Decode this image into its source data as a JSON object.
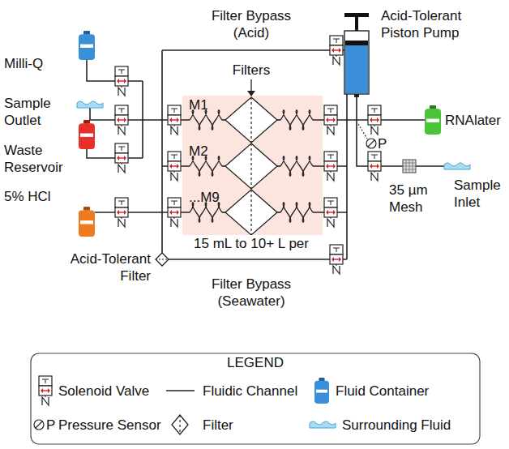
{
  "diagram": {
    "nodes": [
      {
        "text": [
          "Milli-Q"
        ]
      },
      {
        "text": [
          "Sample Outlet"
        ]
      },
      {
        "text": [
          "Waste Reservoir"
        ]
      },
      {
        "text": [
          "5% HCl"
        ]
      },
      {
        "text": [
          "M1"
        ]
      },
      {
        "text": [
          "M2"
        ]
      },
      {
        "text": [
          "...M9"
        ]
      },
      {
        "text": [
          "Acid-Tolerant Piston Pump"
        ]
      },
      {
        "text": [
          "RNAlater"
        ]
      },
      {
        "text": [
          "Sample Inlet"
        ]
      },
      {
        "text": [
          "35 µm Mesh"
        ]
      },
      {
        "text": [
          "P"
        ]
      },
      {
        "text": [
          "Acid-Tolerant Filter"
        ]
      }
    ],
    "labels": [
      "Filter Bypass (Acid)",
      "Filters",
      "15 mL to 10+ L per",
      "Filter Bypass (Seawater)",
      "LEGEND",
      "P"
    ],
    "legend": [
      {
        "text": "Solenoid Valve"
      },
      {
        "text": "Fluidic Channel"
      },
      {
        "text": "Fluid Container"
      },
      {
        "text": "Pressure Sensor"
      },
      {
        "text": "Filter"
      },
      {
        "text": "Surrounding Fluid"
      }
    ]
  }
}
